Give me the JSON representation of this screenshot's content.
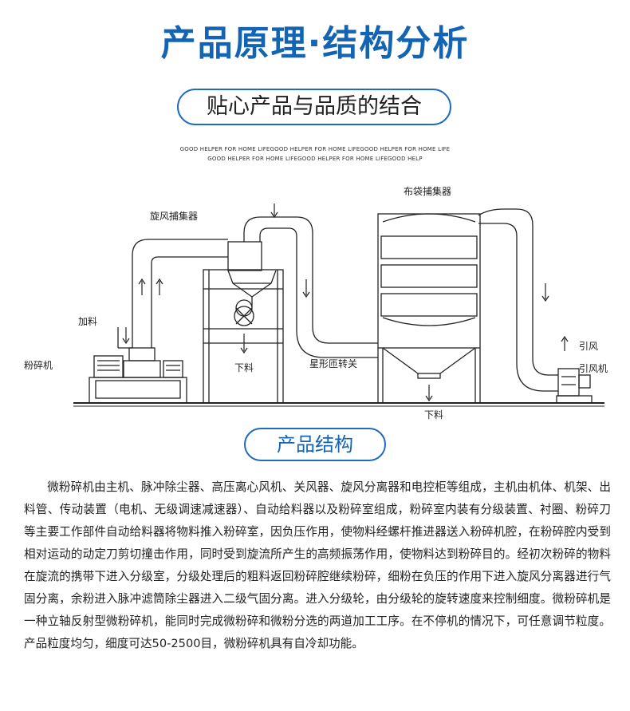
{
  "header": {
    "title": "产品原理·结构分析",
    "subtitle": "贴心产品与品质的结合",
    "tagline_line1": "GOOD HELPER FOR HOME LIFEGOOD HELPER FOR HOME LIFEGOOD HELPER FOR HOME LIFE",
    "tagline_line2": "GOOD HELPER FOR HOME LIFEGOOD HELPER FOR HOME LIFEGOOD HELP"
  },
  "diagram": {
    "labels": {
      "bag_collector": "布袋捕集器",
      "cyclone_collector": "旋风捕集器",
      "feed": "加料",
      "pulverizer": "粉碎机",
      "discharge_left": "下料",
      "star_valve": "星形匝转关",
      "discharge_bottom": "下料",
      "induced_air": "引风",
      "induced_fan": "引风机"
    }
  },
  "structure": {
    "heading": "产品结构",
    "description": "微粉碎机由主机、脉冲除尘器、高压离心风机、关风器、旋风分离器和电控柜等组成，主机由机体、机架、出料管、传动装置（电机、无级调速减速器）、自动给料器以及粉碎室组成，粉碎室内装有分级装置、衬圈、粉碎刀等主要工作部件自动给料器将物料推入粉碎室，因负压作用，使物料经螺杆推进器送入粉碎机腔，在粉碎腔内受到相对运动的动定刀剪切撞击作用，同时受到旋流所产生的高频振荡作用，使物料达到粉碎目的。经初次粉碎的物料在旋流的携带下进入分级室，分级处理后的粗料返回粉碎腔继续粉碎，细粉在负压的作用下进入旋风分离器进行气固分离，余粉进入脉冲滤筒除尘器进入二级气固分离。进入分级轮，由分级轮的旋转速度来控制细度。微粉碎机是一种立轴反射型微粉碎机，能同时完成微粉碎和微粉分选的两道加工工序。在不停机的情况下，可任意调节粒度。产品粒度均匀，细度可达50-2500目，微粉碎机具有自冷却功能。"
  }
}
